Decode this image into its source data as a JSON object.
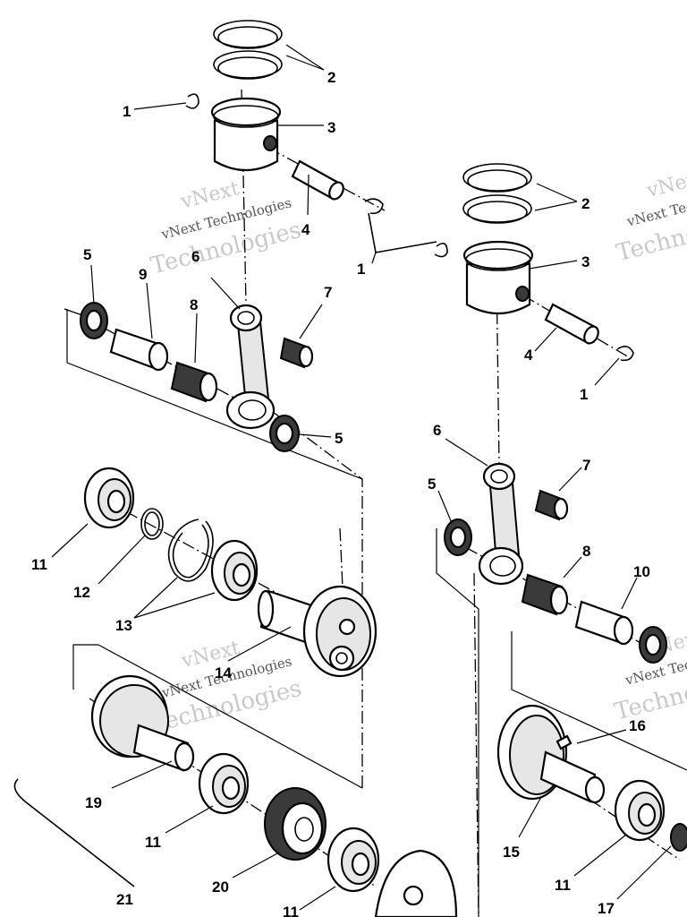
{
  "watermark": {
    "brand_top": "vNext",
    "brand_line": "vNext Technologies",
    "brand_bottom": "Technologies"
  },
  "callouts": [
    "1",
    "2",
    "3",
    "4",
    "5",
    "6",
    "7",
    "8",
    "9",
    "10",
    "11",
    "12",
    "13",
    "14",
    "15",
    "16",
    "17",
    "19",
    "20",
    "21"
  ]
}
